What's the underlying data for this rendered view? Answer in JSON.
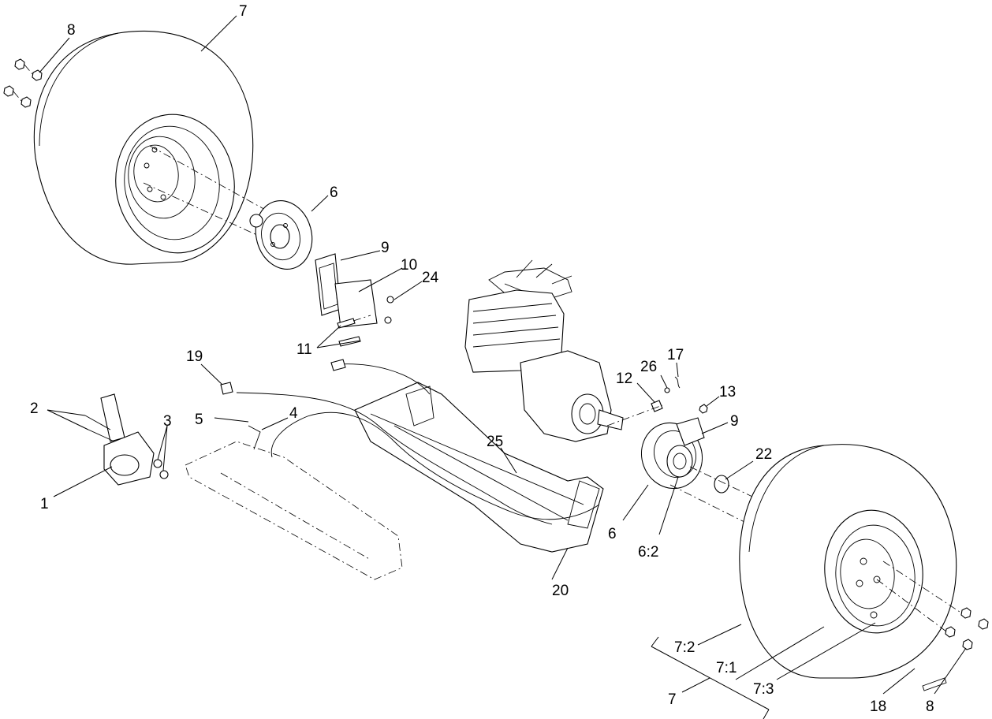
{
  "callouts": {
    "c1": "1",
    "c2": "2",
    "c3": "3",
    "c4": "4",
    "c5": "5",
    "c6_top": "6",
    "c6_bottom": "6",
    "c6_2": "6:2",
    "c7_top": "7",
    "c7_bottom": "7",
    "c7_1": "7:1",
    "c7_2": "7:2",
    "c7_3": "7:3",
    "c8_top": "8",
    "c8_bottom": "8",
    "c9_top": "9",
    "c9_right": "9",
    "c10": "10",
    "c11": "11",
    "c12": "12",
    "c13": "13",
    "c17": "17",
    "c18": "18",
    "c19": "19",
    "c20": "20",
    "c22": "22",
    "c24": "24",
    "c25": "25",
    "c26": "26"
  }
}
